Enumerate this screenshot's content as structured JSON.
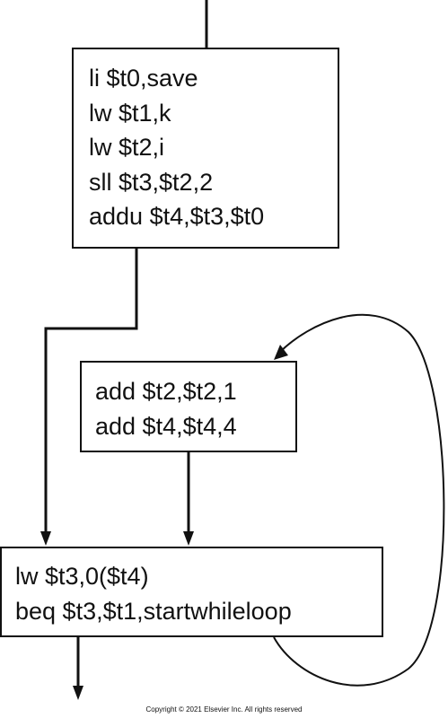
{
  "flowchart": {
    "blocks": [
      {
        "id": "entry",
        "lines": [
          "li $t0,save",
          "lw $t1,k",
          "lw $t2,i",
          "sll $t3,$t2,2",
          "addu $t4,$t3,$t0"
        ]
      },
      {
        "id": "loop-body",
        "lines": [
          "add $t2,$t2,1",
          "add $t4,$t4,4"
        ]
      },
      {
        "id": "loop-test",
        "lines": [
          "lw $t3,0($t4)",
          "beq $t3,$t1,startwhileloop"
        ]
      }
    ],
    "edges": [
      {
        "from": "start",
        "to": "entry",
        "arrow": false
      },
      {
        "from": "entry",
        "to": "loop-test",
        "arrow": true
      },
      {
        "from": "loop-body",
        "to": "loop-test",
        "arrow": true
      },
      {
        "from": "loop-test",
        "to": "loop-body",
        "arrow": true,
        "style": "curved-back-edge"
      },
      {
        "from": "loop-test",
        "to": "exit",
        "arrow": true
      }
    ]
  },
  "footer": {
    "copyright": "Copyright © 2021 Elsevier Inc. All rights reserved"
  },
  "colors": {
    "stroke": "#111111",
    "background": "#ffffff"
  }
}
